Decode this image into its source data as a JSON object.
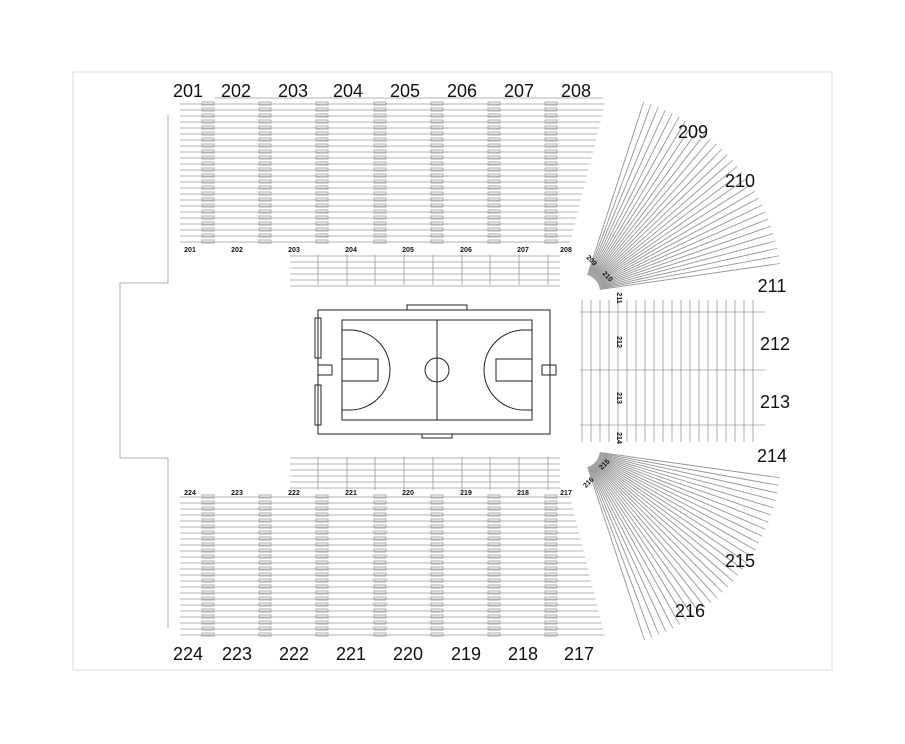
{
  "colors": {
    "lines": "#9a9a9a",
    "court": "#222222",
    "text": "#111111"
  },
  "sections_upper": {
    "top": [
      "201",
      "202",
      "203",
      "204",
      "205",
      "206",
      "207",
      "208"
    ],
    "right_top": [
      "209",
      "210"
    ],
    "right": [
      "211",
      "212",
      "213",
      "214"
    ],
    "right_bottom": [
      "215",
      "216"
    ],
    "bottom": [
      "224",
      "223",
      "222",
      "221",
      "220",
      "219",
      "218",
      "217"
    ]
  },
  "sections_lower": {
    "top": [
      "201",
      "202",
      "203",
      "204",
      "205",
      "206",
      "207",
      "208"
    ],
    "corner_top": [
      "209",
      "210"
    ],
    "right": [
      "211",
      "212",
      "213",
      "214"
    ],
    "corner_bottom": [
      "215",
      "216"
    ],
    "bottom": [
      "224",
      "223",
      "222",
      "221",
      "220",
      "219",
      "218",
      "217"
    ]
  }
}
